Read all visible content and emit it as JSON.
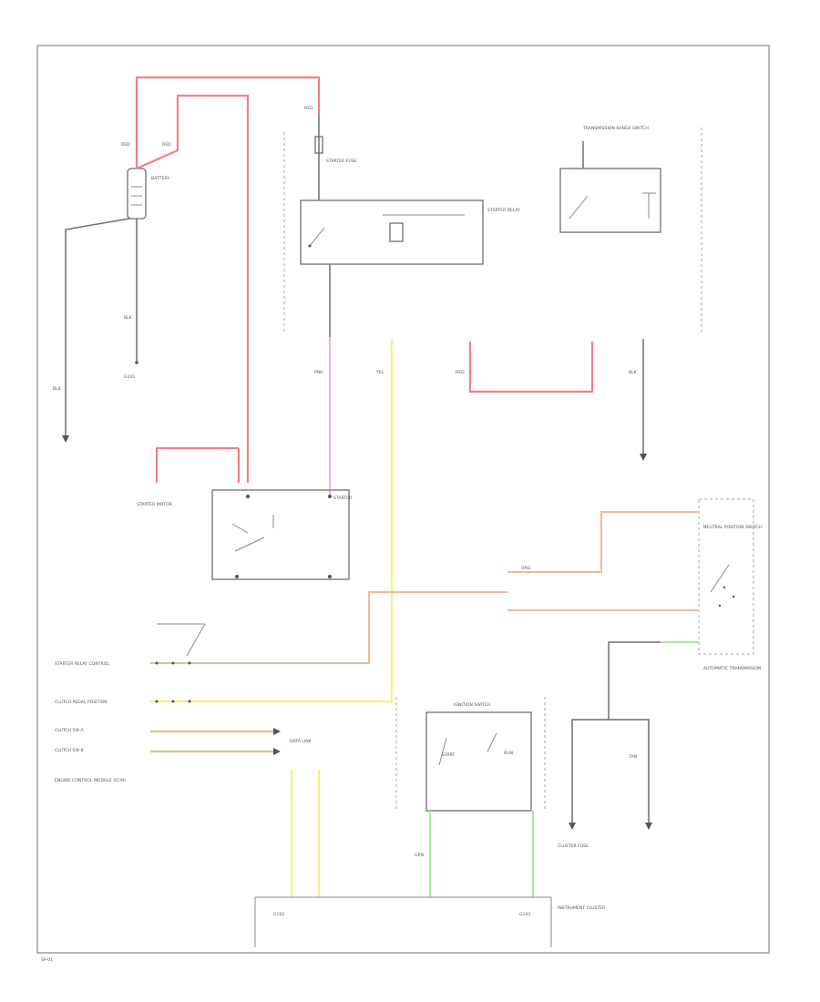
{
  "labels": {
    "battery": "BATTERY",
    "starter_fuse": "STARTER FUSE",
    "starter_relay": "STARTER RELAY",
    "starter": "STARTER",
    "starter_motor": "STARTER MOTOR",
    "cluster_fuse": "CLUSTER FUSE",
    "ignition_switch": "IGNITION SWITCH",
    "start": "START",
    "run": "RUN",
    "transmission_range_switch": "TRANSMISSION RANGE SWITCH",
    "automatic_transmission": "AUTOMATIC TRANSMISSION",
    "neutral_position_switch": "NEUTRAL POSITION SWITCH",
    "starter_relay_control": "STARTER RELAY CONTROL",
    "ecm": "ENGINE CONTROL MODULE (ECM)",
    "ground_left": "G101",
    "ground_center": "G102",
    "ground_right": "G103",
    "clutch_pedal_position": "CLUTCH PEDAL POSITION",
    "clutch_switch_a": "CLUTCH SW A",
    "clutch_switch_b": "CLUTCH SW B",
    "data_link": "DATA LINK",
    "instrument_cluster": "INSTRUMENT CLUSTER",
    "wire_red": "RED",
    "wire_blk": "BLK",
    "wire_pnk": "PNK",
    "wire_yel": "YEL",
    "wire_org": "ORG",
    "wire_grn": "GRN",
    "wire_tan": "TAN",
    "page_code": "SP-01"
  }
}
